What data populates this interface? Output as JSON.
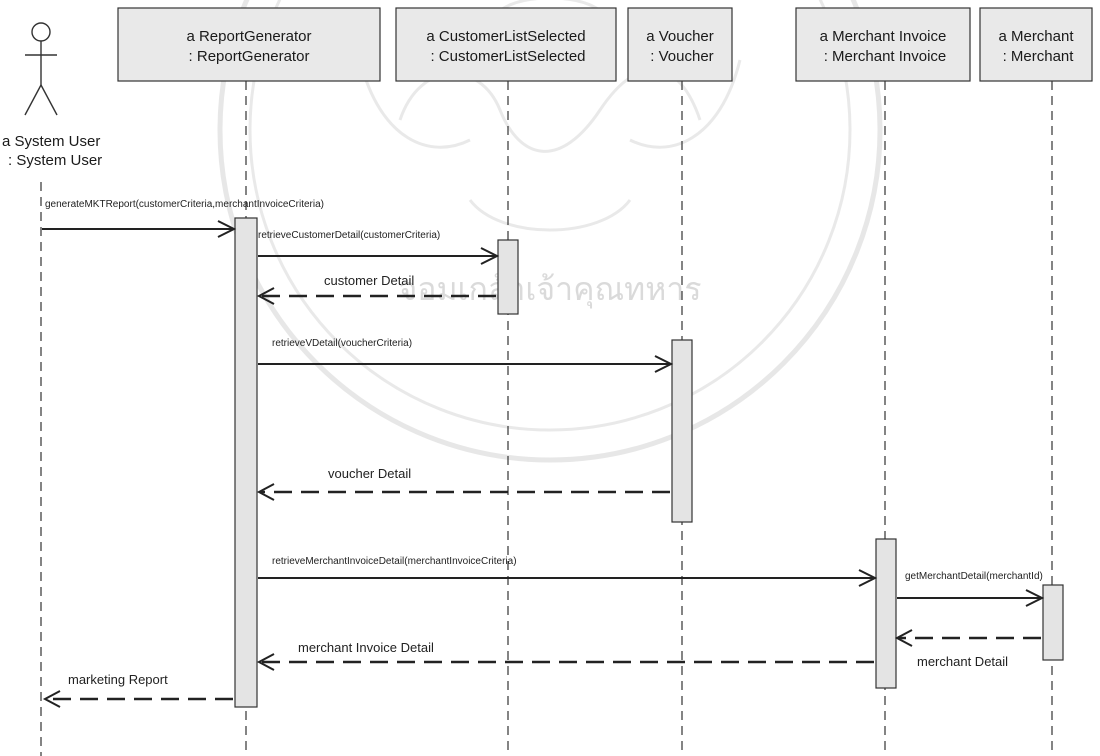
{
  "actor": {
    "line1": "a System User",
    "line2": ": System User"
  },
  "objects": [
    {
      "line1": "a ReportGenerator",
      "line2": ": ReportGenerator"
    },
    {
      "line1": "a CustomerListSelected",
      "line2": ": CustomerListSelected"
    },
    {
      "line1": "a Voucher",
      "line2": ": Voucher"
    },
    {
      "line1": "a Merchant Invoice",
      "line2": ": Merchant Invoice"
    },
    {
      "line1": "a Merchant",
      "line2": ": Merchant"
    }
  ],
  "messages": [
    "generateMKTReport(customerCriteria,merchantInvoiceCriteria)",
    "retrieveCustomerDetail(customerCriteria)",
    "customer Detail",
    "retrieveVDetail(voucherCriteria)",
    "voucher Detail",
    "retrieveMerchantInvoiceDetail(merchantInvoiceCriteria)",
    "getMerchantDetail(merchantId)",
    "merchant Detail",
    "merchant Invoice Detail",
    "marketing Report"
  ],
  "watermark": {
    "text": "จอมเกล้าเจ้าคุณทหาร",
    "icon": "university-seal-watermark"
  },
  "colors": {
    "box_fill": "#e9e9e9",
    "line": "#333333"
  }
}
